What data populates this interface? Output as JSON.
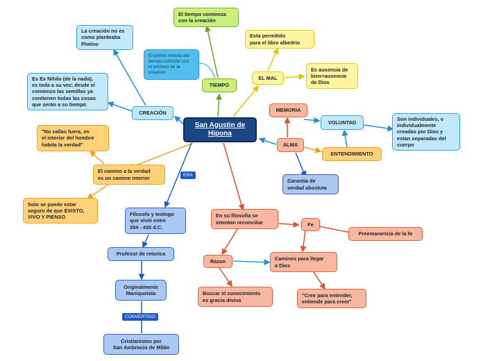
{
  "central": "San Agustin de\nHipona",
  "topics": {
    "tiempo": "TIEMPO",
    "tiempo_comienza": "El tiempo comienza\ncon la creación",
    "primer_minuto": "El primer minuto del\ntiempo coincide con\nel primero de la\ncreación",
    "creacion": "CREACIÓN",
    "plotino": "La creación no es\ncomo planteaba\nPlotino",
    "ex_nihilo": "Es Ex Nihilo (de la nada),\nes toda a su vez; desde el\ncomienzo las semillas ya\ncontienen todas las cosas\nque serán a su tiempo",
    "mal": "EL MAL",
    "libre_albedrio": "Esta permitido\npara el libre albedrio",
    "ausencia_bien": "Es ausencia de\nbien=ausencia\nde Dios",
    "memoria": "MEMORIA",
    "voluntad": "VOLUNTAD",
    "alma": "ALMA",
    "entendimiento": "ENTENDIMIENTO",
    "individuales": "Son individuales, e\nindividualmente\ncreadas por Dios y\nestan separadas del\ncuerpo",
    "garantia": "Garantia de\nverdad absoluta",
    "no_vallas": "\"No vallas fuera, en\nel interior del hombre\nhabita la verdad\"",
    "camino_verdad": "El camino a la verdad\nes un camino interior",
    "existo": "Solo se puede estar\nseguro de que EXISTO,\nVIVO Y PIENSO",
    "era_tag": "ERA",
    "filosofo": "Filosofo y teologo\nque vivió entre\n354 - 430 d.C.",
    "profesor": "Profesor de retorica",
    "maniqueista": "Originalmente\nManiqueista",
    "convertido_tag": "CONVERTIDO",
    "cristianismo": "Cristianismo por\nSan Ambrocio de Milán",
    "filosofia": "En su filosofia se\nintentan reconciliar",
    "fe": "Fe",
    "preeminencia": "Preemanencia de la fe",
    "razon": "Razon",
    "caminos": "Caminos para llegar\na Dios",
    "buscar": "Buscar el conocimiento\nes gracia divina",
    "cree": "\"Cree para entender,\nentiende para creer\""
  },
  "colors": {
    "green": "#c9f07a",
    "yellow": "#fff5a0",
    "blue": "#bfe8fb",
    "orange": "#ffd27a",
    "navy": "#a9c8f4",
    "salmon": "#f8b7a0",
    "central": "#1c4785"
  }
}
